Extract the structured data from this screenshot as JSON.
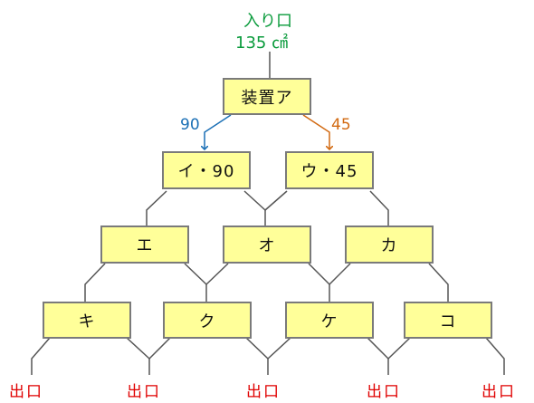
{
  "entrance": {
    "label": "入り口",
    "amount": "135 ㎠"
  },
  "devices": {
    "a": "装置ア",
    "i": "イ・90",
    "u": "ウ・45",
    "e": "エ",
    "o": "オ",
    "ka": "カ",
    "ki": "キ",
    "ku": "ク",
    "ke": "ケ",
    "ko": "コ"
  },
  "flows": {
    "left": "90",
    "right": "45"
  },
  "exits": [
    "出口",
    "出口",
    "出口",
    "出口",
    "出口"
  ],
  "colors": {
    "box_fill": "#ffff99",
    "box_border": "#7a7a7a",
    "line": "#555555",
    "entrance_text": "#0a9b3c",
    "exit_text": "#e00000",
    "flow_left": "#1a6fb5",
    "flow_right": "#d26a12"
  }
}
